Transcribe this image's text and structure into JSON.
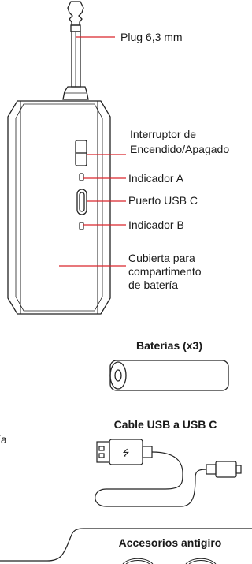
{
  "device_labels": {
    "plug": "Plug 6,3 mm",
    "switch_line1": "Interruptor de",
    "switch_line2": "Encendido/Apagado",
    "indicator_a": "Indicador A",
    "usb_port": "Puerto USB C",
    "indicator_b": "Indicador B",
    "cover_line1": "Cubierta para",
    "cover_line2": "compartimento",
    "cover_line3": "de batería"
  },
  "accessories": {
    "batteries_title": "Baterías (x3)",
    "cable_title": "Cable USB a USB C",
    "antitwist_title": "Accesorios antigiro",
    "cut_off_left_text": "ía"
  },
  "colors": {
    "leader_line": "#d9262c",
    "outline": "#222222"
  },
  "icons": {
    "usb_symbol": "usb-icon"
  }
}
